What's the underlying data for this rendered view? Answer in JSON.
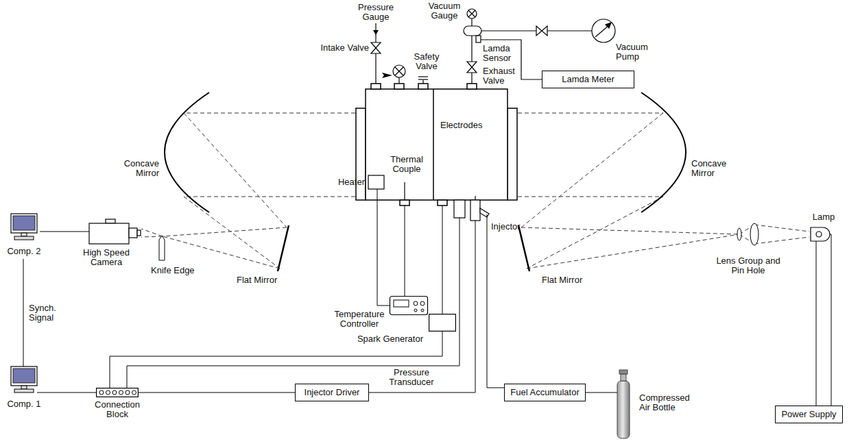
{
  "diagram": {
    "nodes": [
      {
        "text": [
          "Lamda Meter"
        ]
      },
      {
        "text": [
          "Comp. 2"
        ]
      },
      {
        "text": [
          "High Speed Camera"
        ]
      },
      {
        "text": [
          "Temperature Controller"
        ]
      },
      {
        "text": [
          "Spark Generator"
        ]
      },
      {
        "text": [
          "Comp. 1"
        ]
      },
      {
        "text": [
          "Connection Block"
        ]
      },
      {
        "text": [
          "Injector Driver"
        ]
      },
      {
        "text": [
          "Fuel Accumulator"
        ]
      },
      {
        "text": [
          "Power Supply"
        ]
      }
    ],
    "edges": [
      {
        "from": 1,
        "to": 2,
        "arrow": "none"
      },
      {
        "from": 1,
        "to": 5,
        "label": "Synch. Signal",
        "arrow": "none"
      },
      {
        "from": 5,
        "to": 6,
        "arrow": "none"
      },
      {
        "from": 6,
        "to": 4,
        "arrow": "none"
      },
      {
        "from": 6,
        "to": 7,
        "arrow": "none"
      }
    ],
    "labels": [
      "Pressure Gauge",
      "Vacuum Gauge",
      "Intake Valve",
      "Safety Valve",
      "Lamda Sensor",
      "Exhaust Valve",
      "Vacuum Pump",
      "Concave Mirror",
      "Concave Mirror",
      "Electrodes",
      "Thermal Couple",
      "Heater",
      "Knife Edge",
      "Flat Mirror",
      "Flat Mirror",
      "Injector",
      "Lens Group and Pin Hole",
      "Lamp",
      "Pressure Transducer",
      "Compressed Air Bottle"
    ]
  }
}
